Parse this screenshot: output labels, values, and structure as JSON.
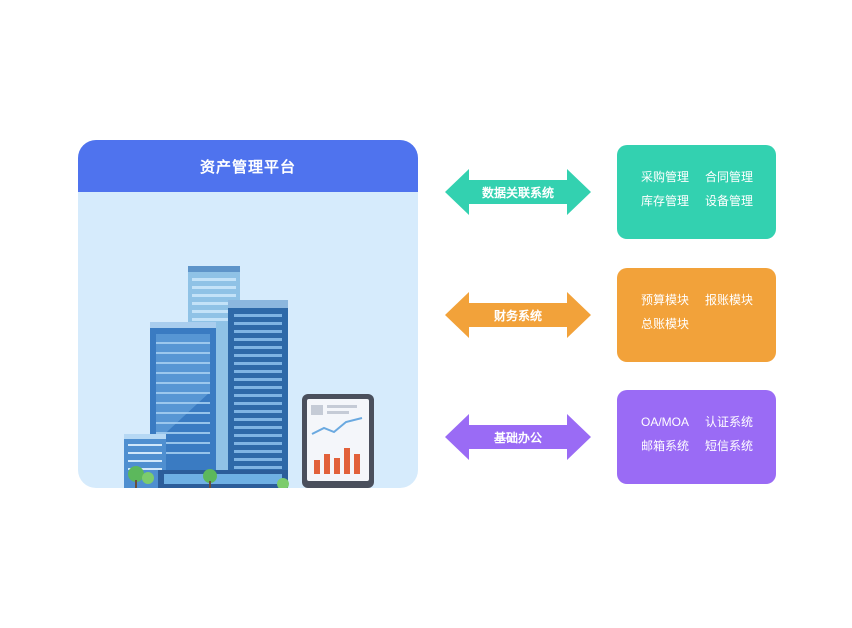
{
  "platform": {
    "title": "资产管理平台"
  },
  "connections": [
    {
      "label": "数据关联系统",
      "color": "#33d1b0"
    },
    {
      "label": "财务系统",
      "color": "#f2a23a"
    },
    {
      "label": "基础办公",
      "color": "#9a6bf5"
    }
  ],
  "modules": [
    {
      "color": "#33d1b0",
      "items": [
        "采购管理",
        "合同管理",
        "库存管理",
        "设备管理"
      ]
    },
    {
      "color": "#f2a23a",
      "items": [
        "预算模块",
        "报账模块",
        "总账模块"
      ]
    },
    {
      "color": "#9a6bf5",
      "items": [
        "OA/MOA",
        "认证系统",
        "邮箱系统",
        "短信系统"
      ]
    }
  ]
}
